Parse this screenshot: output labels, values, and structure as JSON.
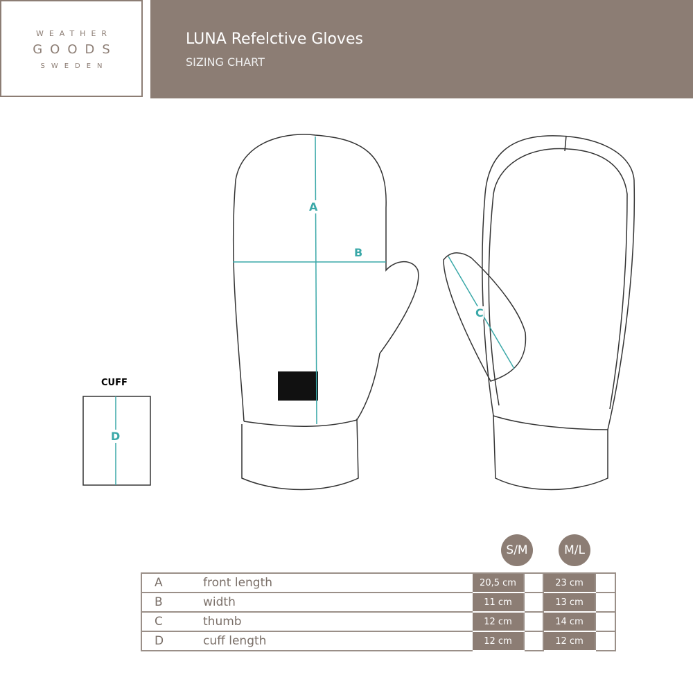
{
  "brand": {
    "line1": "WEATHER",
    "line2": "GOODS",
    "line3": "SWEDEN"
  },
  "header": {
    "title": "LUNA Refelctive Gloves",
    "subtitle": "SIZING CHART"
  },
  "diagram": {
    "labels": {
      "a": "A",
      "b": "B",
      "c": "C",
      "d": "D"
    },
    "cuff_title": "CUFF",
    "accent": "#3aa8a8"
  },
  "sizes": [
    "S/M",
    "M/L"
  ],
  "rows": [
    {
      "key": "A",
      "name": "front length",
      "sm": "20,5 cm",
      "ml": "23 cm"
    },
    {
      "key": "B",
      "name": "width",
      "sm": "11 cm",
      "ml": "13 cm"
    },
    {
      "key": "C",
      "name": "thumb",
      "sm": "12 cm",
      "ml": "14 cm"
    },
    {
      "key": "D",
      "name": "cuff length",
      "sm": "12 cm",
      "ml": "12 cm"
    }
  ],
  "colors": {
    "brand": "#8c7d74"
  }
}
